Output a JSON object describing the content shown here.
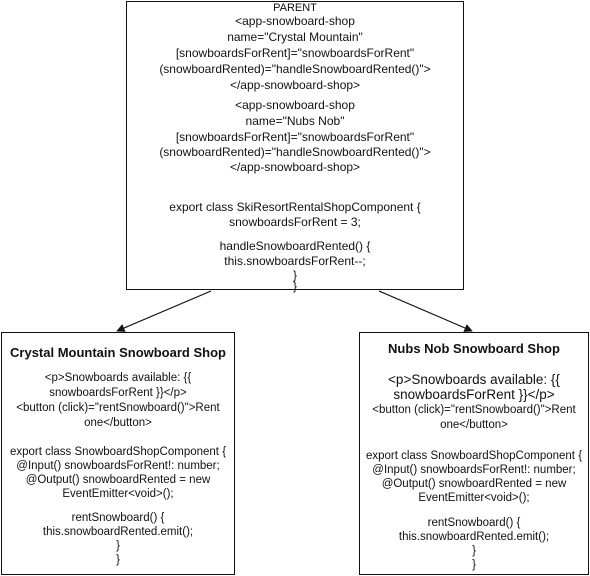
{
  "parent": {
    "caption": "PARENT",
    "tag1": [
      "<app-snowboard-shop",
      "name=\"Crystal Mountain\"",
      "[snowboardsForRent]=\"snowboardsForRent\"",
      "(snowboardRented)=\"handleSnowboardRented()\">",
      "</app-snowboard-shop>"
    ],
    "tag2": [
      "<app-snowboard-shop",
      "name=\"Nubs Nob\"",
      "[snowboardsForRent]=\"snowboardsForRent\"",
      "(snowboardRented)=\"handleSnowboardRented()\">",
      "</app-snowboard-shop>"
    ],
    "code": [
      "export class SkiResortRentalShopComponent {",
      "snowboardsForRent = 3;",
      "handleSnowboardRented() {",
      "this.snowboardsForRent--;",
      "}",
      "}"
    ]
  },
  "left": {
    "title": "Crystal Mountain Snowboard Shop",
    "template": [
      "<p>Snowboards available: {{",
      "snowboardsForRent }}</p>",
      "<button (click)=\"rentSnowboard()\">Rent",
      "one</button>"
    ],
    "code": [
      "export class SnowboardShopComponent {",
      "@Input() snowboardsForRent!: number;",
      "@Output() snowboardRented = new",
      "EventEmitter<void>();",
      "rentSnowboard() {",
      "this.snowboardRented.emit();",
      "}",
      "}"
    ]
  },
  "right": {
    "title": "Nubs Nob Snowboard Shop",
    "template": [
      "<p>Snowboards available: {{",
      "snowboardsForRent }}</p>",
      "<button (click)=\"rentSnowboard()\">Rent",
      "one</button>"
    ],
    "code": [
      "export class SnowboardShopComponent {",
      "@Input() snowboardsForRent!: number;",
      "@Output() snowboardRented = new",
      "EventEmitter<void>();",
      "rentSnowboard() {",
      "this.snowboardRented.emit();",
      "}",
      "}"
    ]
  },
  "colors": {
    "line": "#111111",
    "text": "#111111",
    "background": "#ffffff"
  }
}
